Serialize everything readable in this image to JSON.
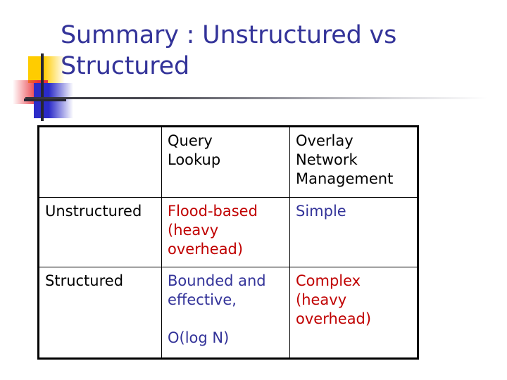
{
  "slide": {
    "title": "Summary : Unstructured vs\nStructured",
    "title_color": "#333399",
    "accent_red": "#C00000",
    "accent_blue": "#333399",
    "decoration": {
      "yellow": "#FFCC00",
      "red": "#E8313C",
      "blue": "#2B2BC8",
      "crosshair": "#262633"
    }
  },
  "table": {
    "corner_cell": "",
    "columns": [
      {
        "key": "label",
        "header": ""
      },
      {
        "key": "query",
        "header": "Query\nLookup"
      },
      {
        "key": "overlay",
        "header": "Overlay\nNetwork\nManagement"
      }
    ],
    "rows": [
      {
        "label": "Unstructured",
        "query": {
          "text": "Flood-based\n(heavy\noverhead)",
          "color": "#C00000"
        },
        "overlay": {
          "text": "Simple",
          "color": "#333399"
        }
      },
      {
        "label": "Structured",
        "query": {
          "text": "Bounded and\neffective,\n\nO(log N)",
          "color": "#333399"
        },
        "overlay": {
          "text": "Complex\n(heavy\noverhead)",
          "color": "#C00000"
        }
      }
    ]
  }
}
